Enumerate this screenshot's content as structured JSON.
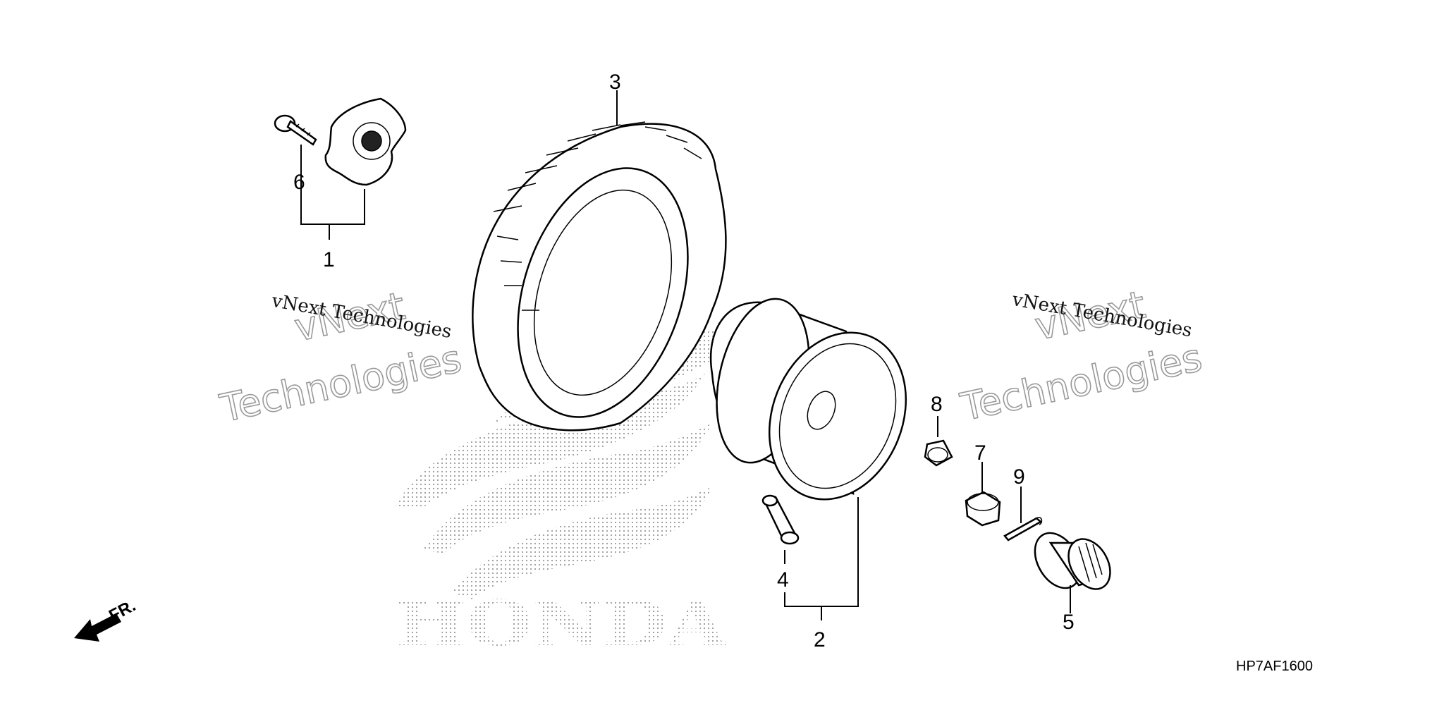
{
  "diagram_code": "HP7AF1600",
  "callouts": {
    "c1": "1",
    "c2": "2",
    "c3": "3",
    "c4": "4",
    "c5": "5",
    "c6": "6",
    "c7": "7",
    "c8": "8",
    "c9": "9"
  },
  "watermarks": {
    "left_small": "vNext Technologies",
    "left_big_1": "vNext",
    "left_big_2": "Technologies",
    "right_small": "vNext Technologies",
    "right_big_1": "vNext",
    "right_big_2": "Technologies"
  },
  "background_logo_text": "HONDA",
  "direction_label": "FR.",
  "colors": {
    "line": "#000000",
    "watermark_outline": "#9a9a9a",
    "logo_dots": "#999999"
  }
}
